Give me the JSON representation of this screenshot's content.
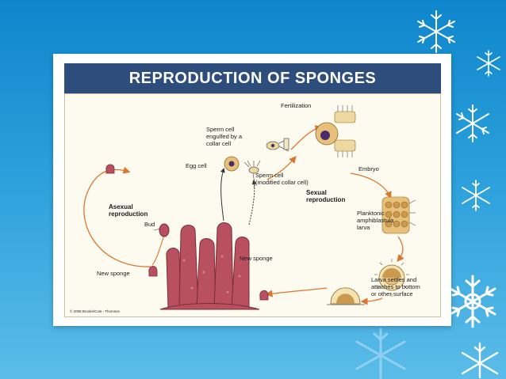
{
  "slide": {
    "title": "REPRODUCTION OF SPONGES"
  },
  "diagram": {
    "labels": {
      "fertilization": "Fertilization",
      "sperm_engulfed": "Sperm cell\nengulfed by a\ncollar cell",
      "egg_cell": "Egg cell",
      "sperm_cell": "Sperm cell\n(modified collar cell)",
      "embryo": "Embryo",
      "sexual_reproduction": "Sexual\nreproduction",
      "larva": "Planktonic\namphiblastula\nlarva",
      "asexual_reproduction": "Asexual\nreproduction",
      "bud": "Bud",
      "new_sponge_left": "New sponge",
      "new_sponge_right": "New sponge",
      "larva_settles": "Larva settles and\nattaches to bottom\nor other surface",
      "copyright": "© 2008 Brooks/Cole - Thomson"
    },
    "colors": {
      "arrow": "#d9772f",
      "sponge": "#b8505f",
      "cell_tan": "#e8c07a",
      "nucleus": "#4a2d6e"
    }
  },
  "decor": {
    "icons": [
      "snowflake-icon"
    ]
  }
}
